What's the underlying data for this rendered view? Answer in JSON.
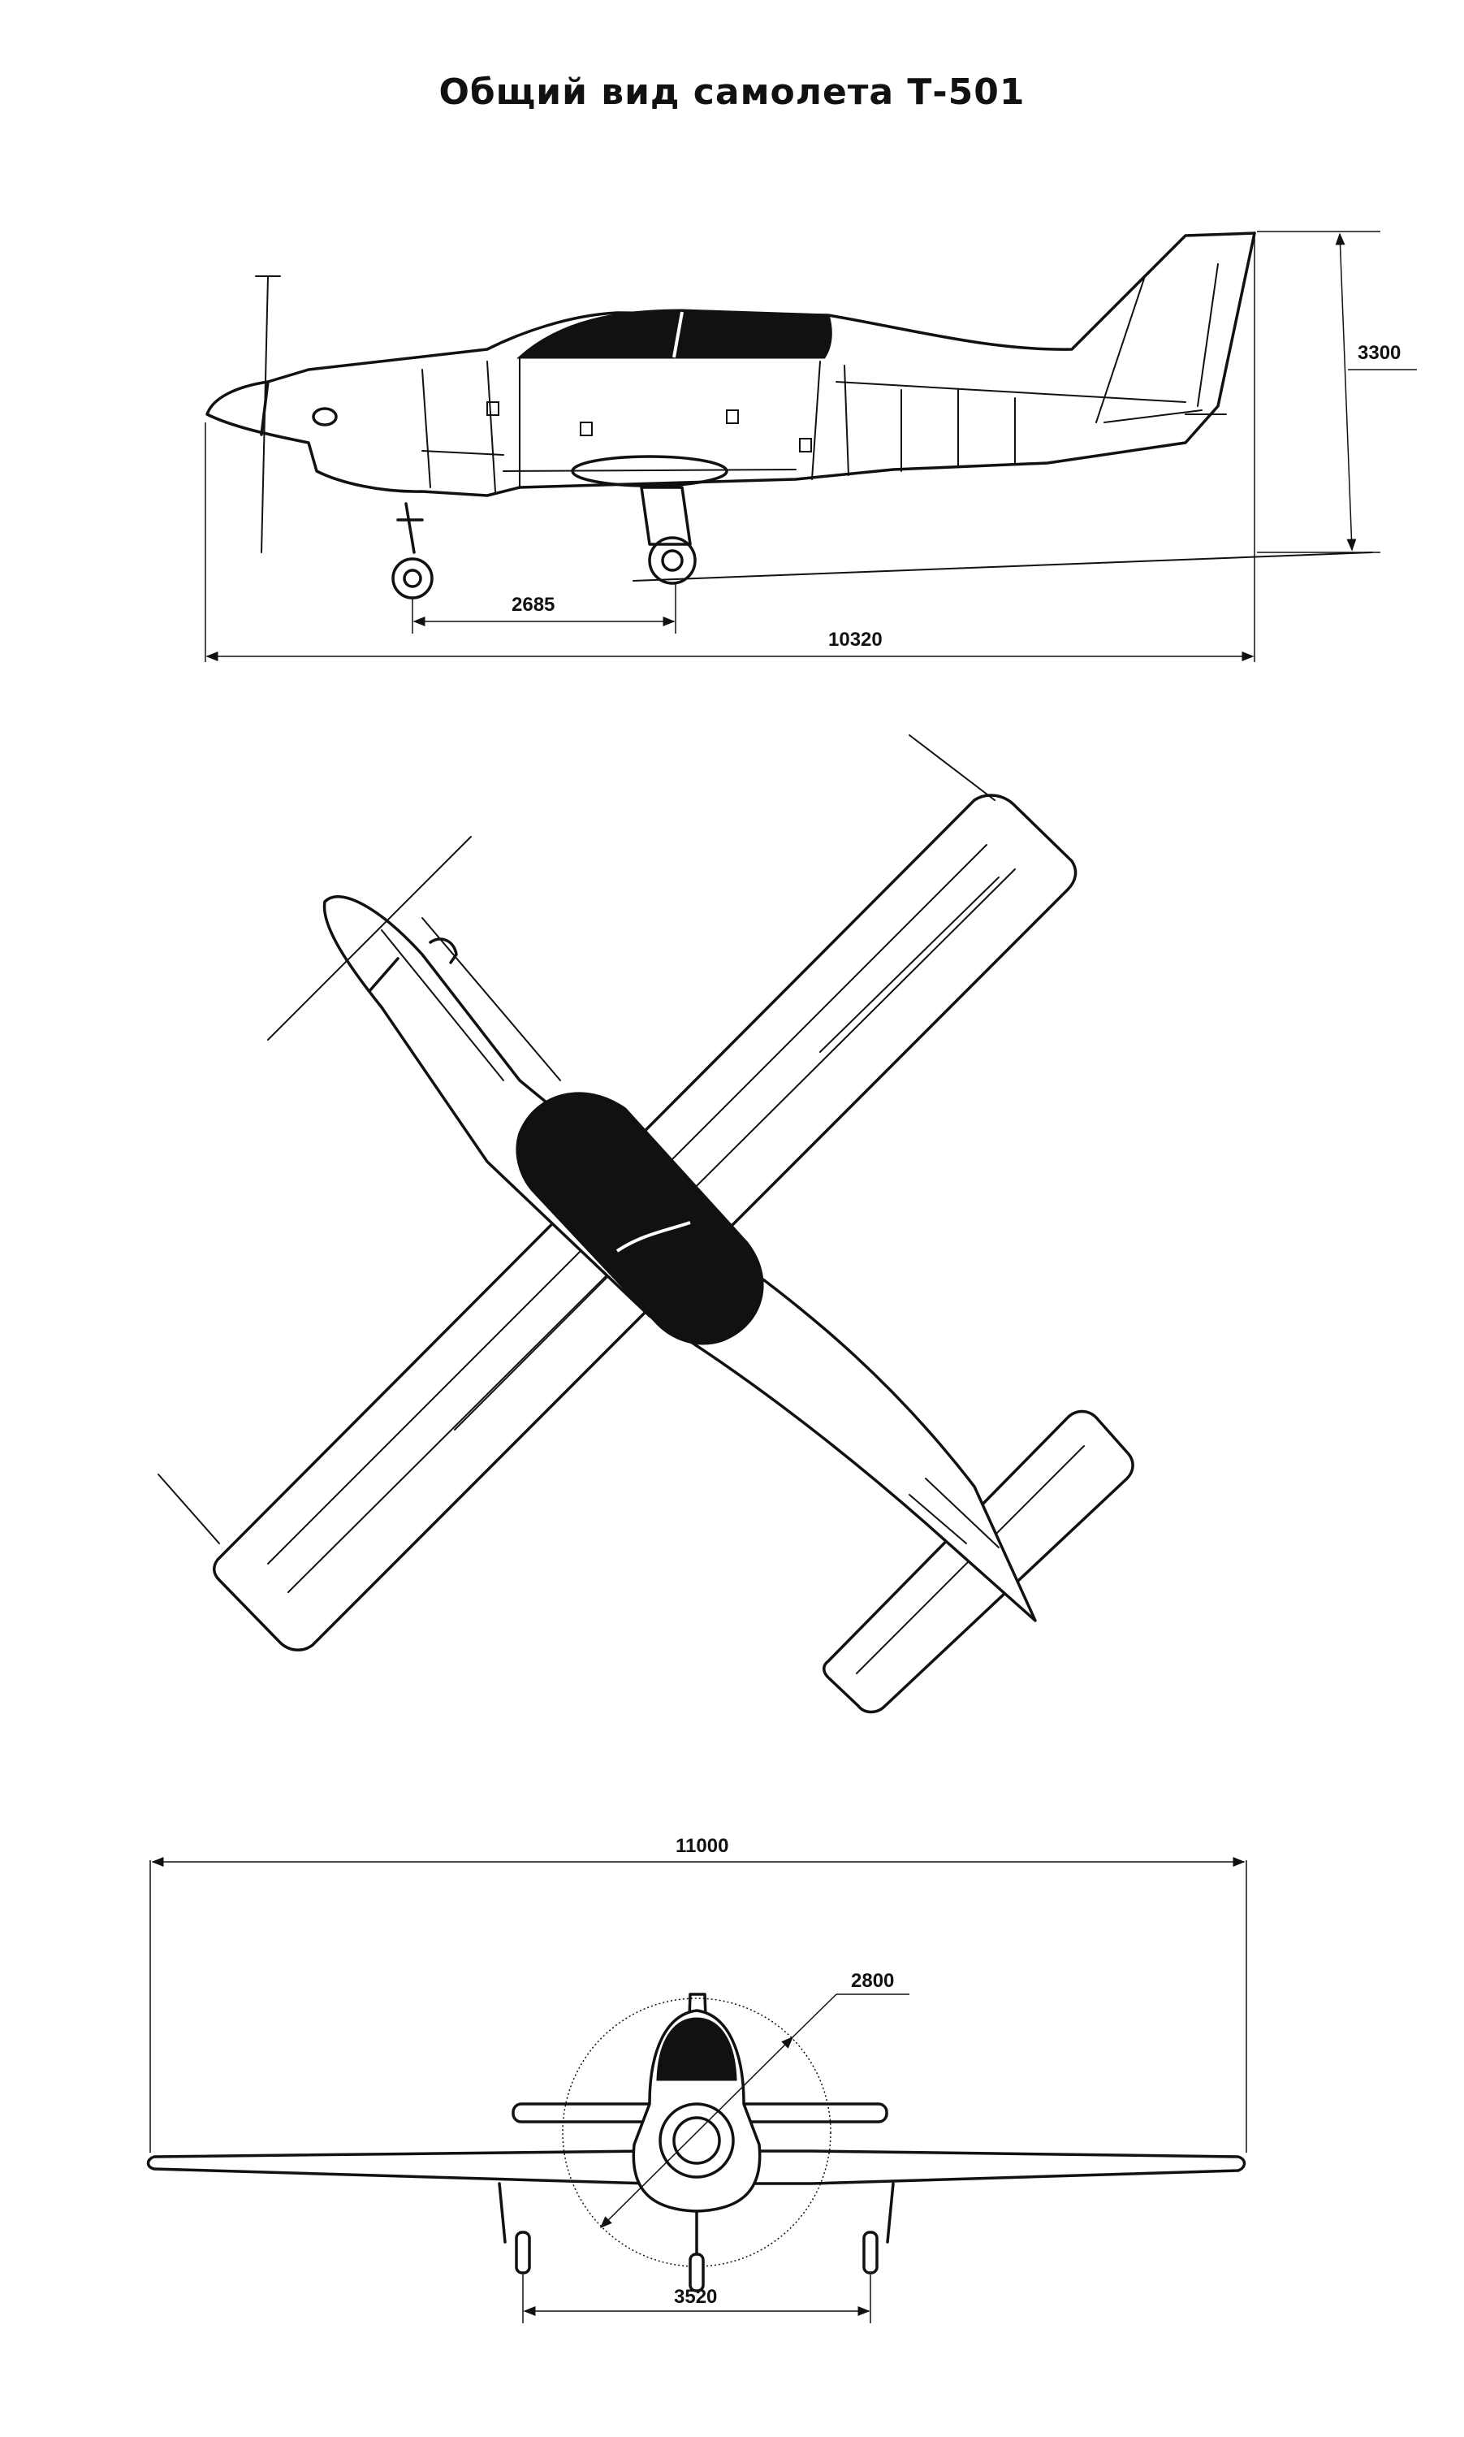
{
  "title": "Общий вид самолета Т-501",
  "side_view": {
    "dimensions": {
      "wheelbase": "2685",
      "length": "10320",
      "height": "3300"
    }
  },
  "top_view": {},
  "front_view": {
    "dimensions": {
      "wingspan": "11000",
      "propeller_diameter": "2800",
      "track": "3520"
    }
  }
}
